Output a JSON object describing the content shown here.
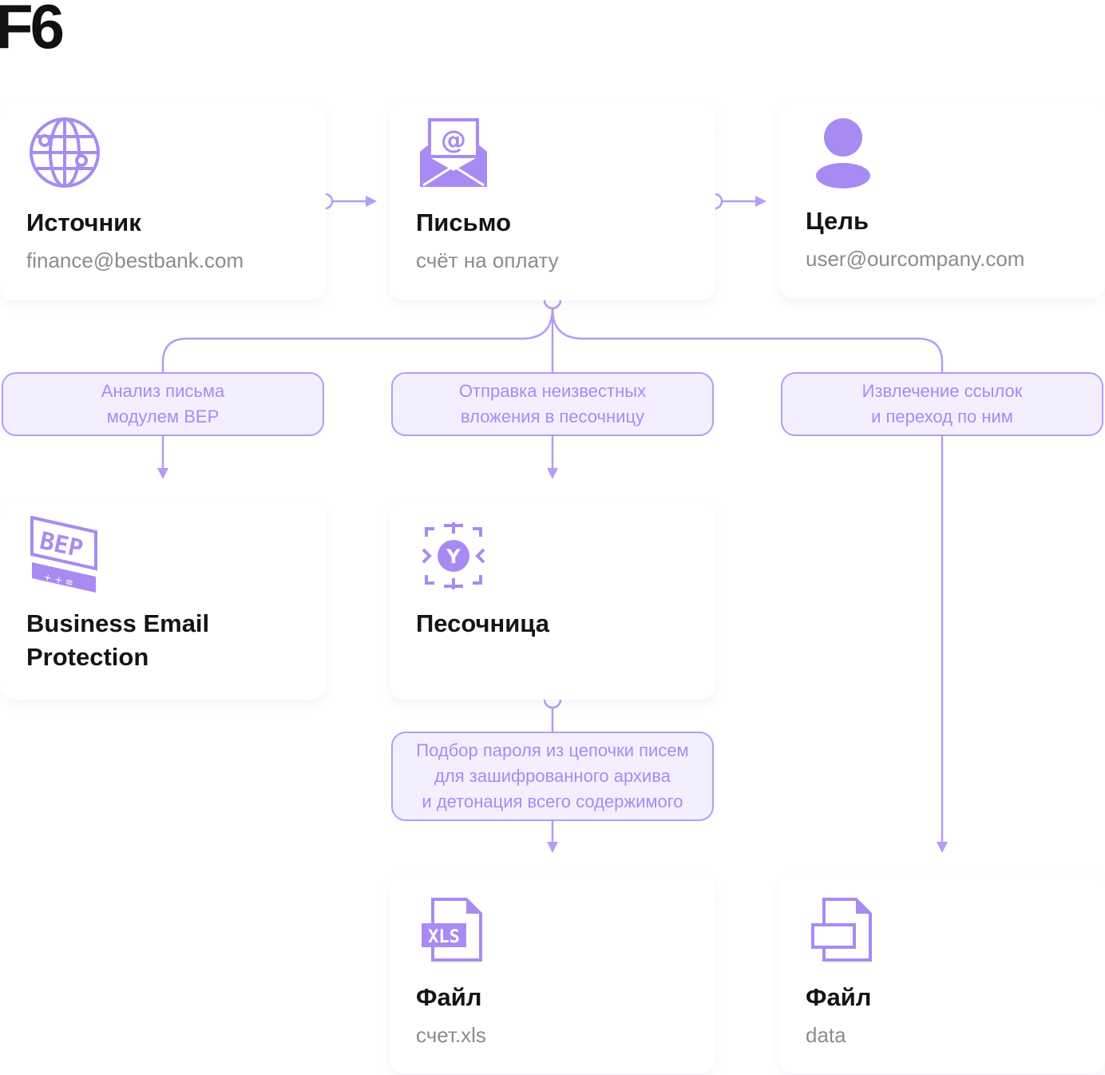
{
  "logo": "F6",
  "colors": {
    "accent": "#a78bf2",
    "line": "#b49cf5",
    "label_bg": "#f4efff"
  },
  "nodes": {
    "source": {
      "icon": "globe-icon",
      "title": "Источник",
      "subtitle": "finance@bestbank.com"
    },
    "letter": {
      "icon": "envelope-icon",
      "title": "Письмо",
      "subtitle": "счёт на оплату"
    },
    "target": {
      "icon": "user-icon",
      "title": "Цель",
      "subtitle": "user@ourcompany.com"
    },
    "bep": {
      "icon": "bep-device-icon",
      "title": "Business Email\nProtection"
    },
    "sandbox": {
      "icon": "sandbox-icon",
      "title": "Песочница"
    },
    "file_xls": {
      "icon": "xls-file-icon",
      "title": "Файл",
      "subtitle": "счет.xls"
    },
    "file_data": {
      "icon": "file-icon",
      "title": "Файл",
      "subtitle": "data"
    }
  },
  "labels": {
    "analysis": "Анализ письма\nмодулем BEP",
    "sandbox_send": "Отправка неизвестных\nвложения в песочницу",
    "links": "Извлечение ссылок\nи переход по ним",
    "password": "Подбор пароля из цепочки писем\nдля зашифрованного архива\nи детонация всего содержимого"
  }
}
